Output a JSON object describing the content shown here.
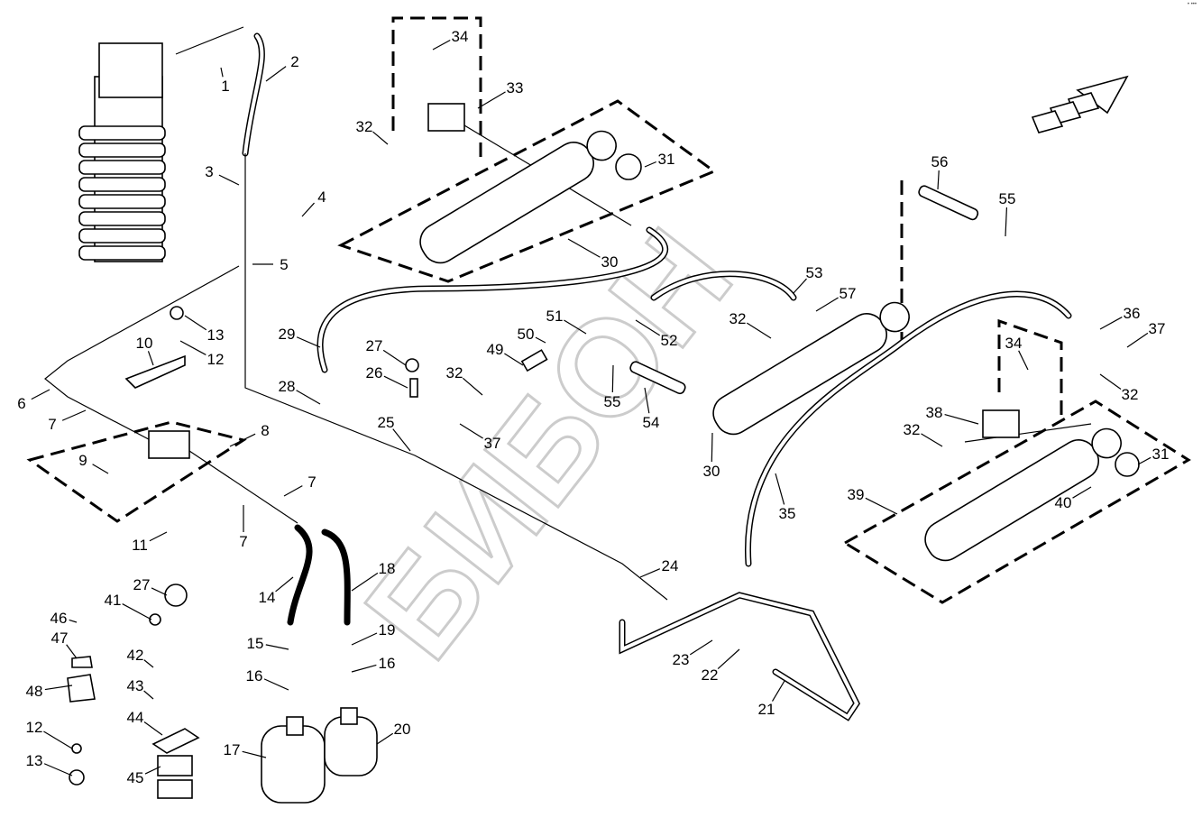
{
  "diagram": {
    "watermark_logo": "БИБОН",
    "corner_mark": "• •••",
    "labels": [
      "1",
      "2",
      "3",
      "4",
      "5",
      "13",
      "12",
      "10",
      "6",
      "7",
      "8",
      "9",
      "11",
      "7",
      "7",
      "14",
      "18",
      "15",
      "19",
      "16",
      "16",
      "17",
      "20",
      "27",
      "41",
      "46",
      "47",
      "42",
      "43",
      "48",
      "44",
      "12",
      "13",
      "45",
      "27",
      "26",
      "28",
      "29",
      "25",
      "32",
      "37",
      "49",
      "50",
      "51",
      "52",
      "55",
      "54",
      "30",
      "32",
      "53",
      "57",
      "30",
      "31",
      "32",
      "33",
      "34",
      "56",
      "55",
      "36",
      "37",
      "32",
      "34",
      "38",
      "32",
      "31",
      "39",
      "40",
      "35",
      "24",
      "23",
      "22",
      "21"
    ]
  }
}
